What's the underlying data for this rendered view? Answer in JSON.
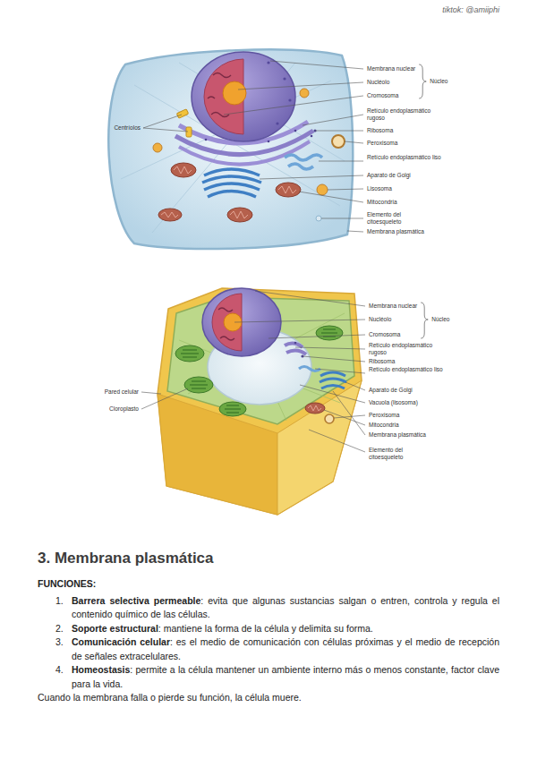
{
  "diagram": {
    "title": "3. Membrana plasmática",
    "labels": [
      "tiktok: @amiiphi",
      "Membrana nuclear",
      "Nucléolo",
      "Cromosoma",
      "Núcleo",
      "Retículo endoplasmático rugoso",
      "Ribosoma",
      "Peroxisoma",
      "Retículo endoplasmático liso",
      "Aparato de Golgi",
      "Lisosoma",
      "Mitocondria",
      "Elemento del citoesqueleto",
      "Membrana plasmática",
      "Centríolos",
      "Membrana nuclear",
      "Nucléolo",
      "Cromosoma",
      "Núcleo",
      "Retículo endoplasmático rugoso",
      "Ribosoma",
      "Retículo endoplasmático liso",
      "Aparato de Golgi",
      "Vacuola (lisosoma)",
      "Peroxisoma",
      "Mitocondria",
      "Membrana plasmática",
      "Elemento del citoesqueleto",
      "Pared celular",
      "Cloroplasto",
      "FUNCIONES:",
      "1.",
      "Barrera selectiva permeable",
      ": evita que algunas sustancias salgan o entren, controla y regula el contenido químico de las células.",
      "2.",
      "Soporte estructural",
      ": mantiene la forma de la célula y delimita su forma.",
      "3.",
      "Comunicación celular",
      ": es el medio de comunicación con células próximas y el medio de recepción de señales extracelulares.",
      "4.",
      "Homeostasis",
      ": permite a la célula mantener un ambiente interno más o menos constante, factor clave para la vida.",
      "Cuando la membrana falla o pierde su función, la célula muere."
    ]
  }
}
